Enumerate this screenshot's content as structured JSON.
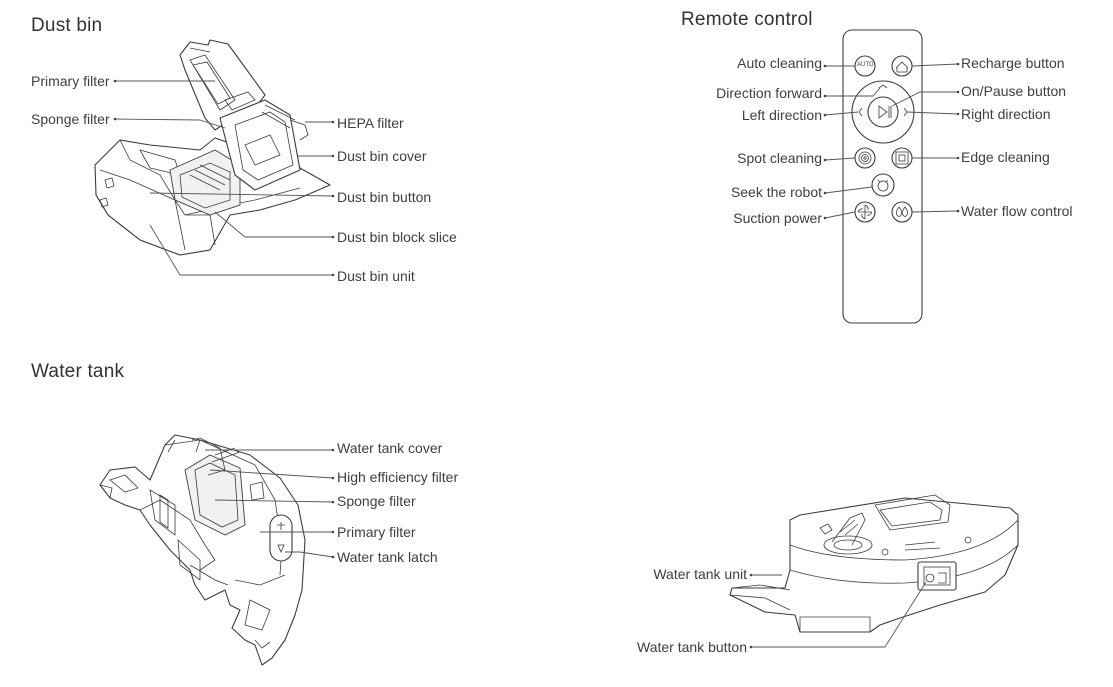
{
  "sections": {
    "dust_bin": {
      "title": "Dust bin",
      "labels": {
        "primary_filter": "Primary filter",
        "sponge_filter": "Sponge filter",
        "hepa_filter": "HEPA filter",
        "dust_bin_cover": "Dust bin cover",
        "dust_bin_button": "Dust bin button",
        "dust_bin_block_slice": "Dust bin block slice",
        "dust_bin_unit": "Dust bin unit"
      }
    },
    "remote_control": {
      "title": "Remote control",
      "labels": {
        "auto_cleaning": "Auto cleaning",
        "direction_forward": "Direction forward",
        "left_direction": "Left direction",
        "spot_cleaning": "Spot cleaning",
        "seek_the_robot": "Seek the robot",
        "suction_power": "Suction power",
        "recharge_button": "Recharge button",
        "on_pause_button": "On/Pause button",
        "right_direction": "Right direction",
        "edge_cleaning": "Edge cleaning",
        "water_flow_control": "Water flow control"
      },
      "auto_key_text": "AUTO"
    },
    "water_tank": {
      "title": "Water tank",
      "labels": {
        "water_tank_cover": "Water tank cover",
        "high_efficiency_filter": "High efficiency filter",
        "sponge_filter": "Sponge filter",
        "primary_filter": "Primary filter",
        "water_tank_latch": "Water tank latch",
        "water_tank_unit": "Water tank unit",
        "water_tank_button": "Water tank button"
      }
    }
  },
  "icons": {
    "recharge": "home-icon",
    "on_pause": "play-pause-icon",
    "spot": "spiral-icon",
    "edge": "square-edge-icon",
    "seek": "bell-icon",
    "suction": "fan-icon",
    "water_flow": "droplets-icon"
  }
}
